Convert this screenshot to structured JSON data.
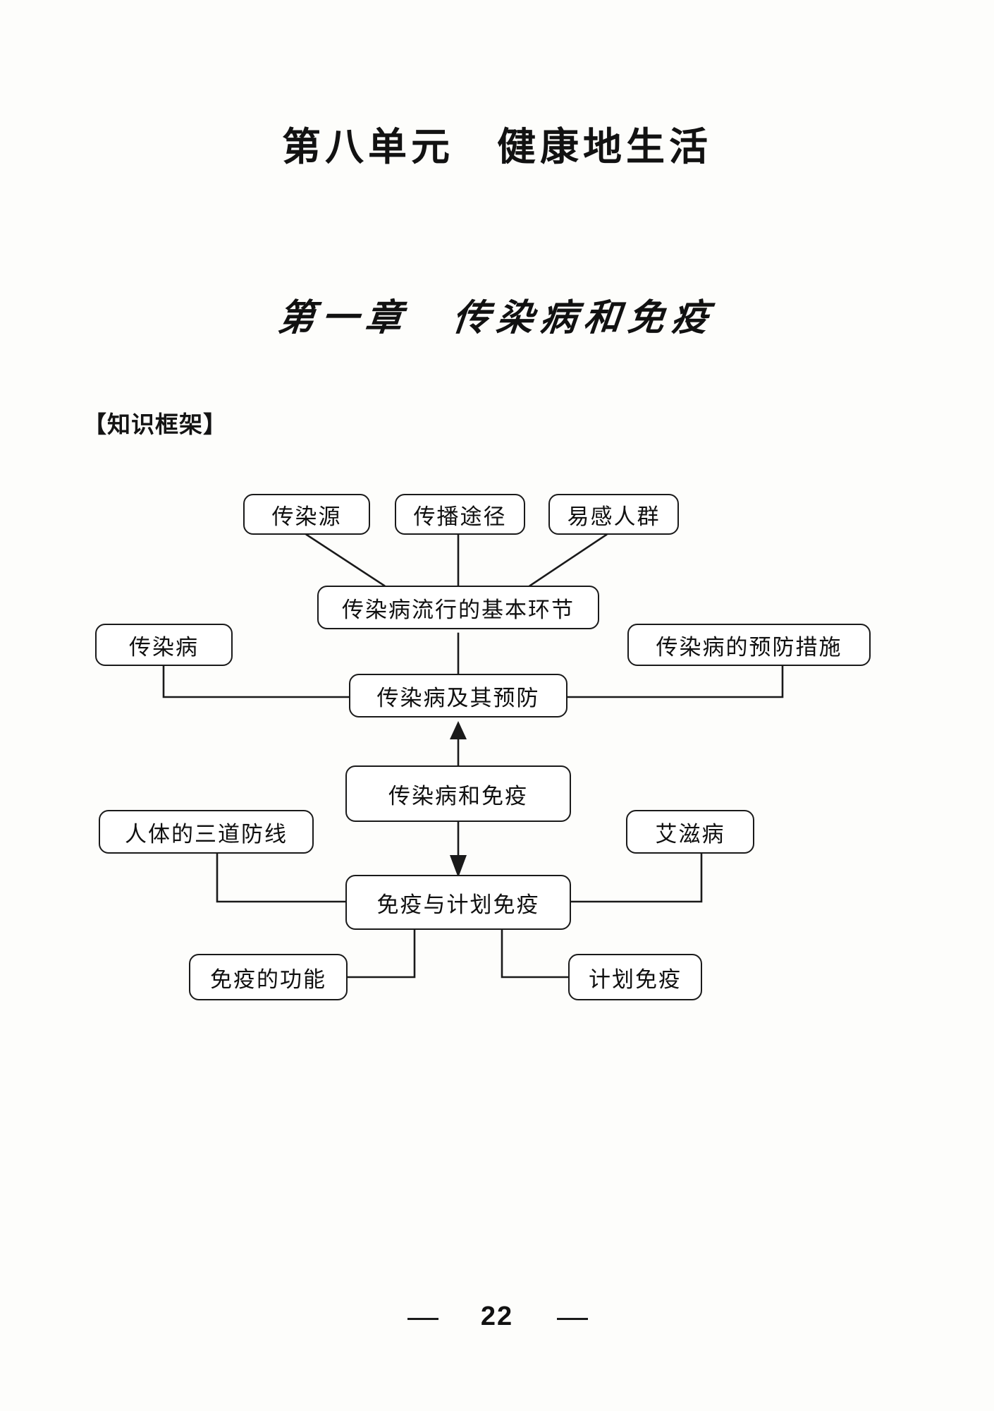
{
  "document": {
    "unit_title": "第八单元　健康地生活",
    "chapter_title": "第一章　传染病和免疫",
    "section_label": "【知识框架】",
    "page_number": "22"
  },
  "diagram": {
    "type": "knowledge-framework-tree",
    "nodes": [
      {
        "id": "n1",
        "label": "传染源"
      },
      {
        "id": "n2",
        "label": "传播途径"
      },
      {
        "id": "n3",
        "label": "易感人群"
      },
      {
        "id": "n4",
        "label": "传染病流行的基本环节"
      },
      {
        "id": "n5",
        "label": "传染病"
      },
      {
        "id": "n6",
        "label": "传染病的预防措施"
      },
      {
        "id": "n7",
        "label": "传染病及其预防"
      },
      {
        "id": "n8",
        "label": "传染病和免疫"
      },
      {
        "id": "n9",
        "label": "人体的三道防线"
      },
      {
        "id": "n10",
        "label": "艾滋病"
      },
      {
        "id": "n11",
        "label": "免疫与计划免疫"
      },
      {
        "id": "n12",
        "label": "免疫的功能"
      },
      {
        "id": "n13",
        "label": "计划免疫"
      }
    ],
    "edges": [
      {
        "from": "n1",
        "to": "n4"
      },
      {
        "from": "n2",
        "to": "n4"
      },
      {
        "from": "n3",
        "to": "n4"
      },
      {
        "from": "n4",
        "to": "n7"
      },
      {
        "from": "n5",
        "to": "n7"
      },
      {
        "from": "n6",
        "to": "n7"
      },
      {
        "from": "n8",
        "to": "n7",
        "arrow": "up"
      },
      {
        "from": "n8",
        "to": "n11",
        "arrow": "down"
      },
      {
        "from": "n9",
        "to": "n11"
      },
      {
        "from": "n10",
        "to": "n11"
      },
      {
        "from": "n11",
        "to": "n12"
      },
      {
        "from": "n11",
        "to": "n13"
      }
    ]
  },
  "colors": {
    "page_background": "#fdfdfb",
    "ink": "#111111",
    "node_border": "#1a1a1a",
    "node_fill": "#ffffff"
  }
}
